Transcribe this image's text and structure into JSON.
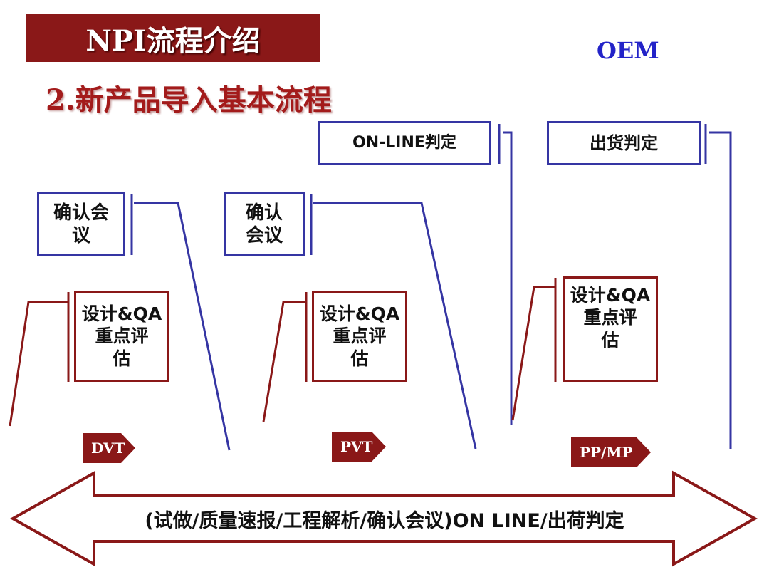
{
  "slide": {
    "title": "NPI流程介绍",
    "subtitle": "2.新产品导入基本流程",
    "oem_label": "OEM"
  },
  "phases": [
    {
      "tag": "DVT",
      "confirm_meeting": "确认会\n议",
      "review": "设计&QA\n重点评\n估"
    },
    {
      "tag": "PVT",
      "confirm_meeting": "确认\n会议",
      "review": "设计&QA\n重点评\n估"
    },
    {
      "tag": "PP/MP",
      "review": "设计&QA\n重点评\n估"
    }
  ],
  "judgments": {
    "online": "ON-LINE判定",
    "shipping": "出货判定"
  },
  "bottom_arrow": {
    "text": "(试做/质量速报/工程解析/确认会议)ON LINE/出荷判定"
  },
  "colors": {
    "dark_red": "#8a1818",
    "blue": "#3535a3",
    "oem_blue": "#2323c8"
  }
}
